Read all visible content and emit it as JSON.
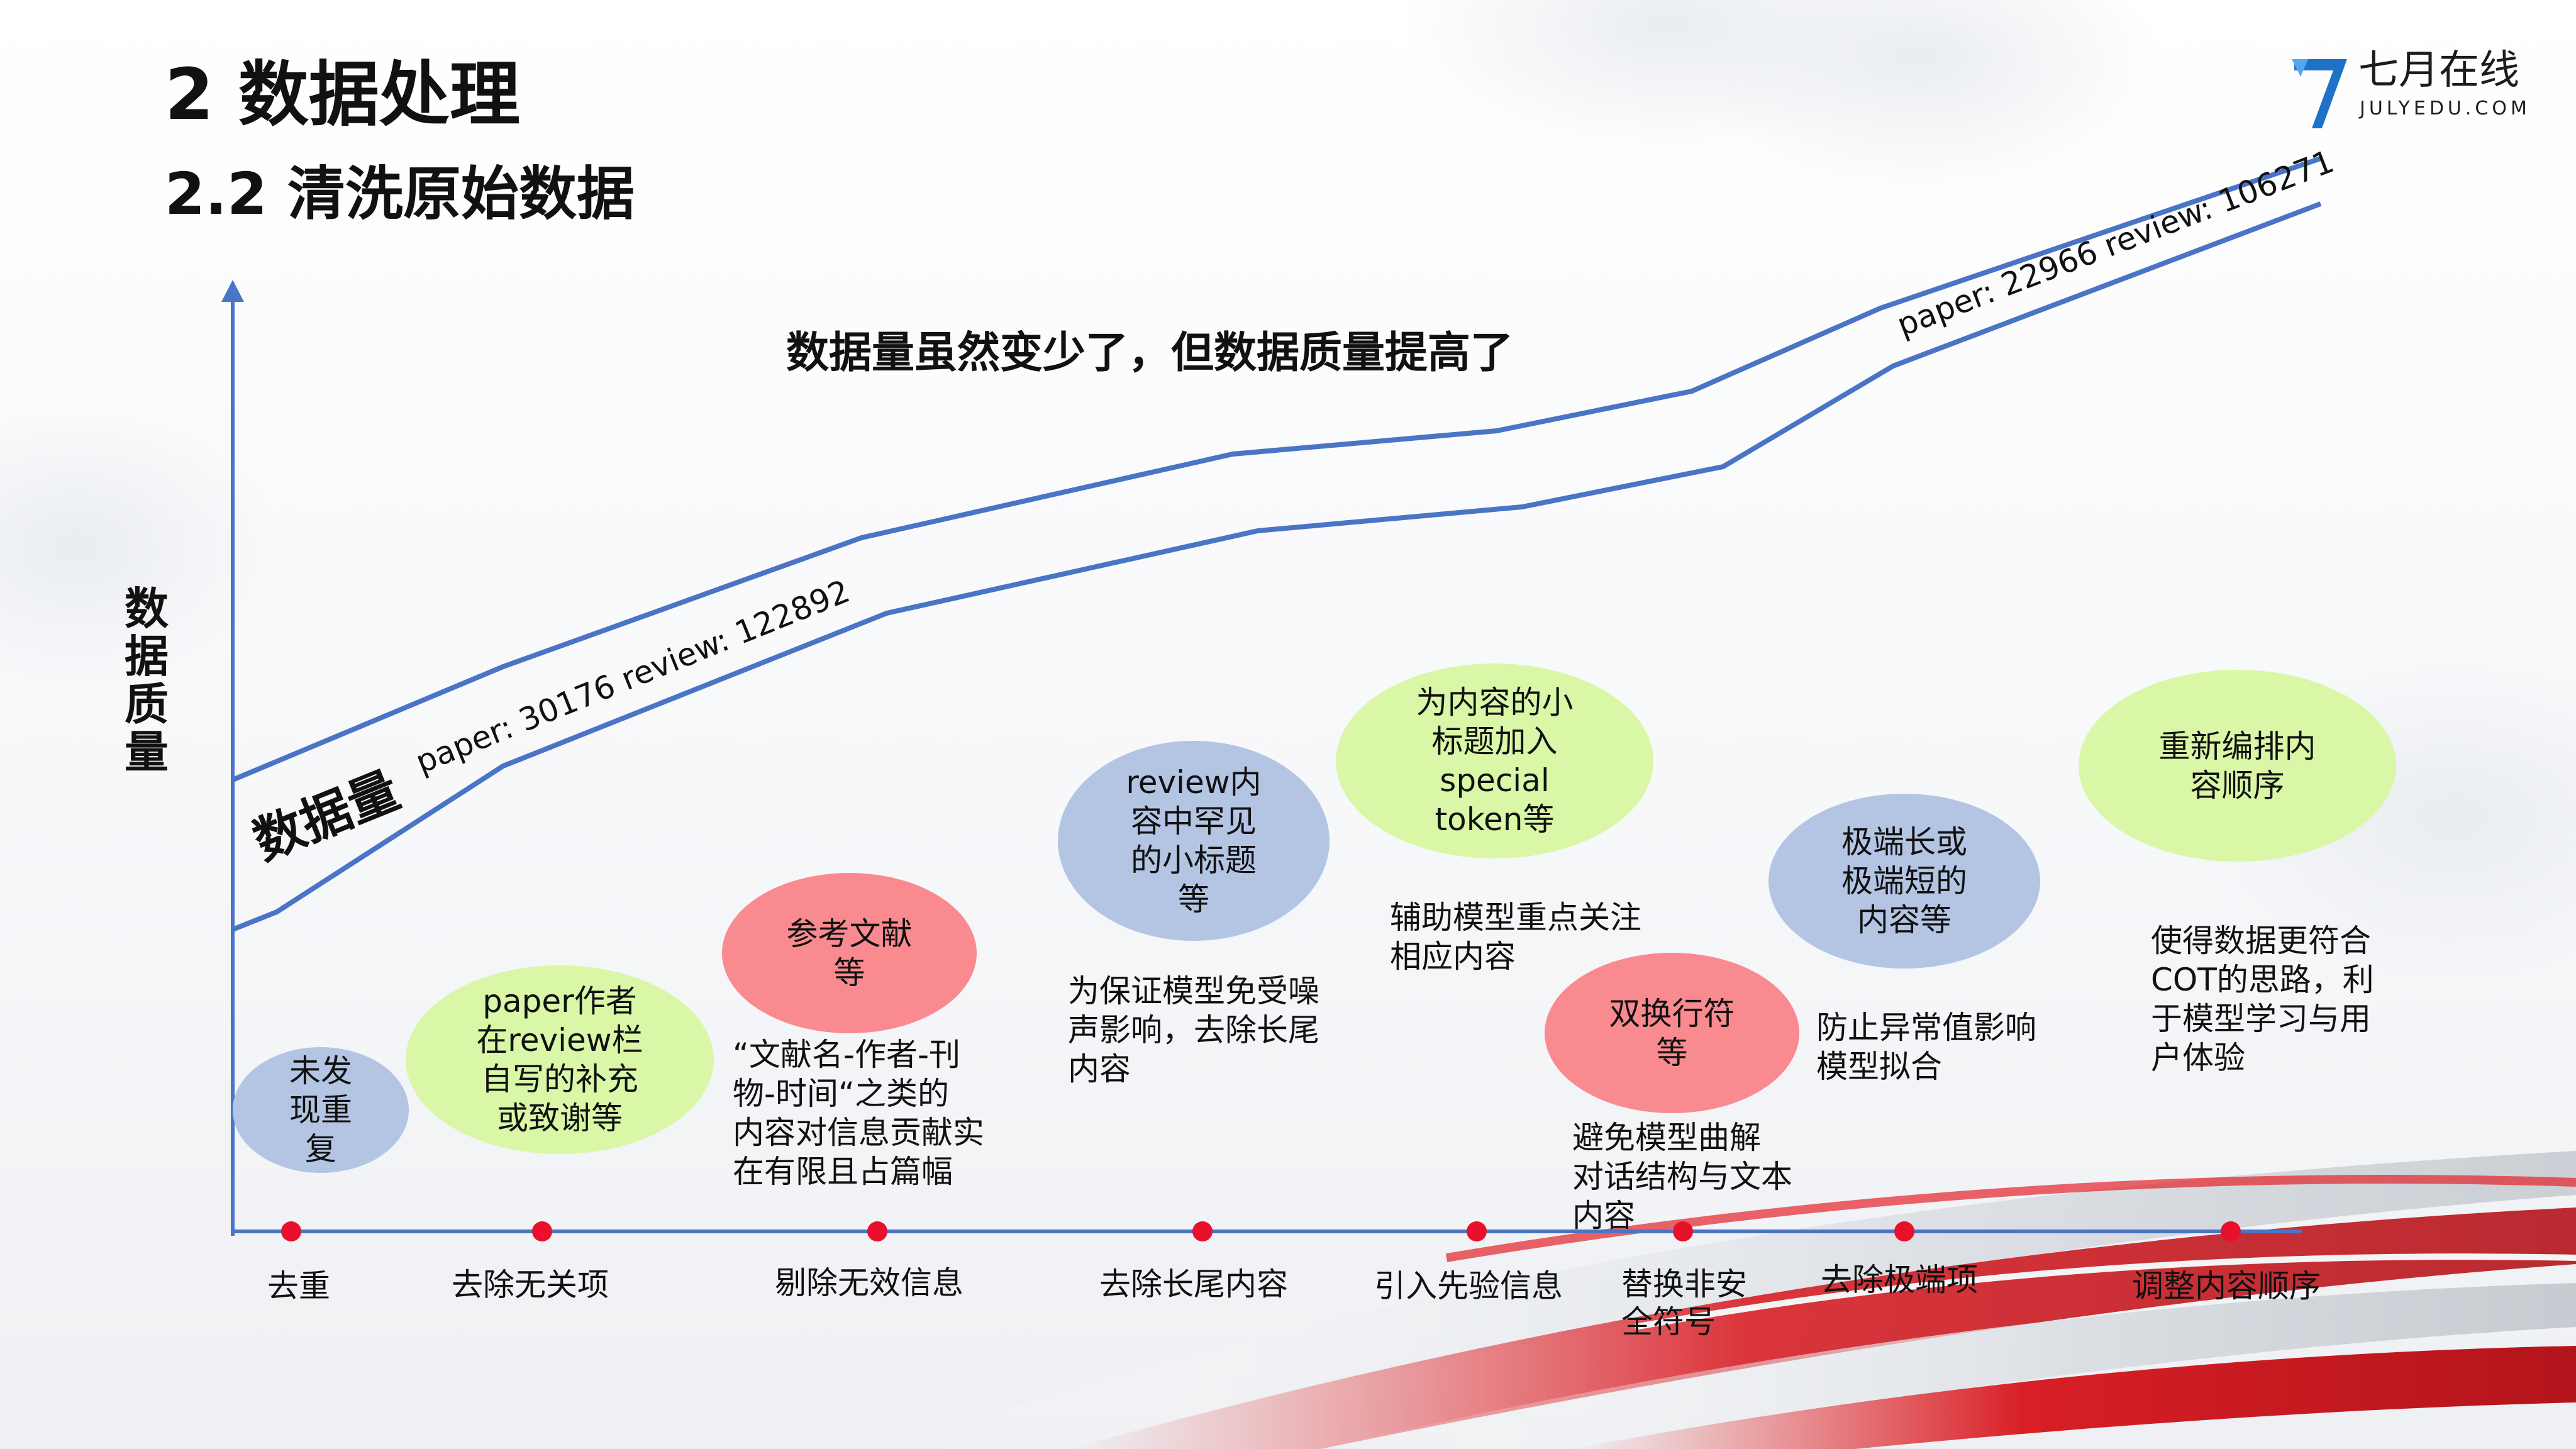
{
  "header": {
    "title": "2 数据处理",
    "subtitle": "2.2 清洗原始数据"
  },
  "logo": {
    "cn": "七月在线",
    "en": "JULYEDU.COM",
    "accent": "#1e73c9"
  },
  "chart": {
    "y_axis_label": "数据质量",
    "headline": "数据量虽然变少了，但数据质量提高了",
    "band_label": "数据量",
    "start_counts": "paper: 30176  review: 122892",
    "end_counts": "paper: 22966  review: 106271",
    "line_color": "#4a74c5",
    "dot_color": "#e8102b"
  },
  "steps": [
    {
      "label": "去重",
      "topic": [
        "未发",
        "现重",
        "复"
      ],
      "topic_color": "blue",
      "note": []
    },
    {
      "label": "去除无关项",
      "topic": [
        "paper作者",
        "在review栏",
        "自写的补充",
        "或致谢等"
      ],
      "topic_color": "green",
      "note": []
    },
    {
      "label": "剔除无效信息",
      "topic": [
        "参考文献",
        "等"
      ],
      "topic_color": "red",
      "note": [
        "“文献名-作者-刊",
        "物-时间“之类的",
        "内容对信息贡献实",
        "在有限且占篇幅"
      ]
    },
    {
      "label": "去除长尾内容",
      "topic": [
        "review内",
        "容中罕见",
        "的小标题",
        "等"
      ],
      "topic_color": "blue",
      "note": [
        "为保证模型免受噪",
        "声影响，去除长尾",
        "内容"
      ]
    },
    {
      "label": "引入先验信息",
      "topic": [
        "为内容的小",
        "标题加入",
        "special",
        "token等"
      ],
      "topic_color": "green",
      "note": [
        "辅助模型重点关注",
        "相应内容"
      ]
    },
    {
      "label": "替换非安全符号",
      "label_lines": [
        "替换非安",
        "全符号"
      ],
      "topic": [
        "双换行符",
        "等"
      ],
      "topic_color": "red",
      "note": [
        "避免模型曲解",
        "对话结构与文本",
        "内容"
      ]
    },
    {
      "label": "去除极端项",
      "topic": [
        "极端长或",
        "极端短的",
        "内容等"
      ],
      "topic_color": "blue",
      "note": [
        "防止异常值影响",
        "模型拟合"
      ]
    },
    {
      "label": "调整内容顺序",
      "topic": [
        "重新编排内",
        "容顺序"
      ],
      "topic_color": "green",
      "note": [
        "使得数据更符合",
        "COT的思路，利",
        "于模型学习与用",
        "户体验"
      ]
    }
  ]
}
